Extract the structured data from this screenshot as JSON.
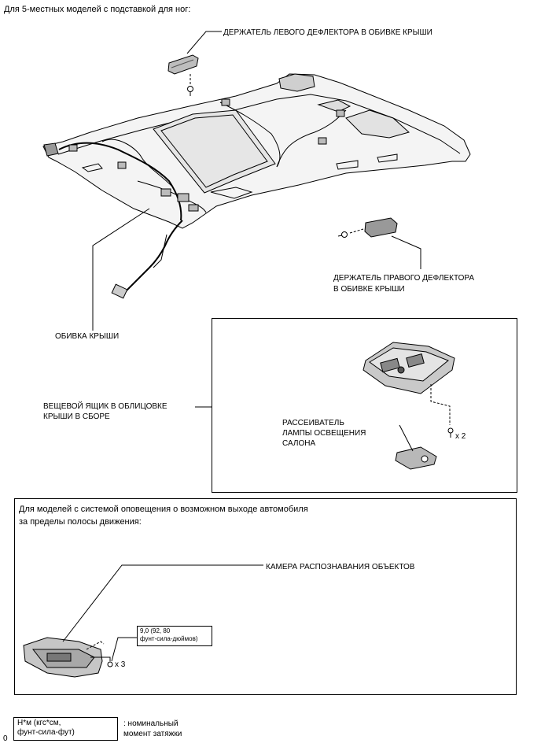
{
  "header": {
    "title": "Для 5-местных моделей с подставкой для ног:"
  },
  "labels": {
    "left_holder": "ДЕРЖАТЕЛЬ ЛЕВОГО ДЕФЛЕКТОРА В ОБИВКЕ КРЫШИ",
    "right_holder_line1": "ДЕРЖАТЕЛЬ ПРАВОГО ДЕФЛЕКТОРА",
    "right_holder_line2": "В ОБИВКЕ КРЫШИ",
    "headliner": "ОБИВКА КРЫШИ",
    "console_line1": "ВЕЩЕВОЙ ЯЩИК В ОБЛИЦОВКЕ",
    "console_line2": "КРЫШИ В СБОРЕ",
    "diffuser_line1": "РАССЕИВАТЕЛЬ",
    "diffuser_line2": "ЛАМПЫ ОСВЕЩЕНИЯ",
    "diffuser_line3": "САЛОНА",
    "qty_console": "x 2",
    "camera": "КАМЕРА РАСПОЗНАВАНИЯ ОБЪЕКТОВ",
    "qty_camera": "x 3"
  },
  "section2": {
    "title_line1": "Для моделей с системой оповещения о возможном выходе автомобиля",
    "title_line2": "за пределы полосы движения:"
  },
  "torque": {
    "line1": "9,0 (92, 80",
    "line2": "фунт-сила-дюймов)"
  },
  "legend": {
    "box_line1": "Н*м (кгс*см,",
    "box_line2": "фунт-сила-фут)",
    "desc_line1": ": номинальный",
    "desc_line2": "момент затяжки"
  },
  "corner_mark": "0"
}
